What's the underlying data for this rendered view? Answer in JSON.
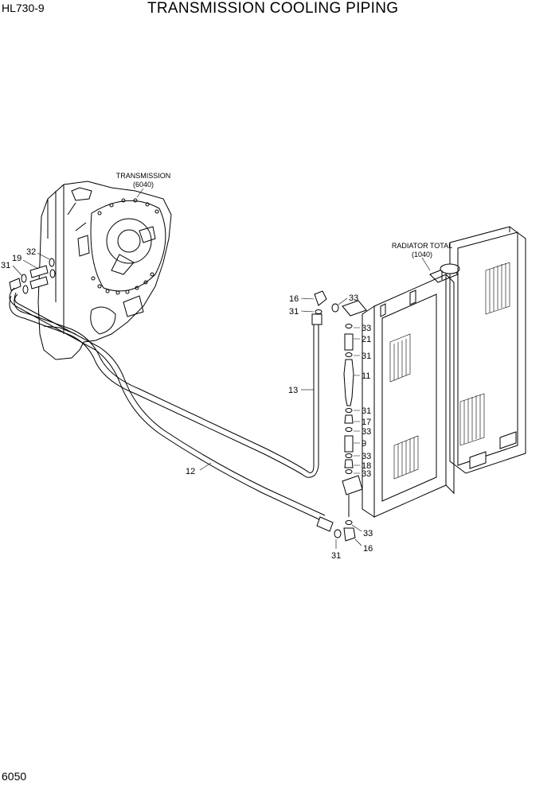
{
  "header": {
    "model": "HL730-9",
    "title": "TRANSMISSION COOLING PIPING"
  },
  "footer": {
    "page_number": "6050"
  },
  "assemblies": {
    "transmission": {
      "name": "TRANSMISSION",
      "ref": "(6040)"
    },
    "radiator": {
      "name": "RADIATOR TOTAL",
      "ref": "(1040)"
    }
  },
  "callouts": {
    "c32": "32",
    "c19": "19",
    "c31_left": "31",
    "c16_top": "16",
    "c31_top": "31",
    "c33_top": "33",
    "c33_a": "33",
    "c21": "21",
    "c31_b": "31",
    "c11": "11",
    "c13": "13",
    "c31_c": "31",
    "c17": "17",
    "c33_b": "33",
    "c9": "9",
    "c33_c": "33",
    "c18": "18",
    "c33_d": "33",
    "c12": "12",
    "c33_bottom": "33",
    "c31_bottom": "31",
    "c16_bottom": "16"
  }
}
